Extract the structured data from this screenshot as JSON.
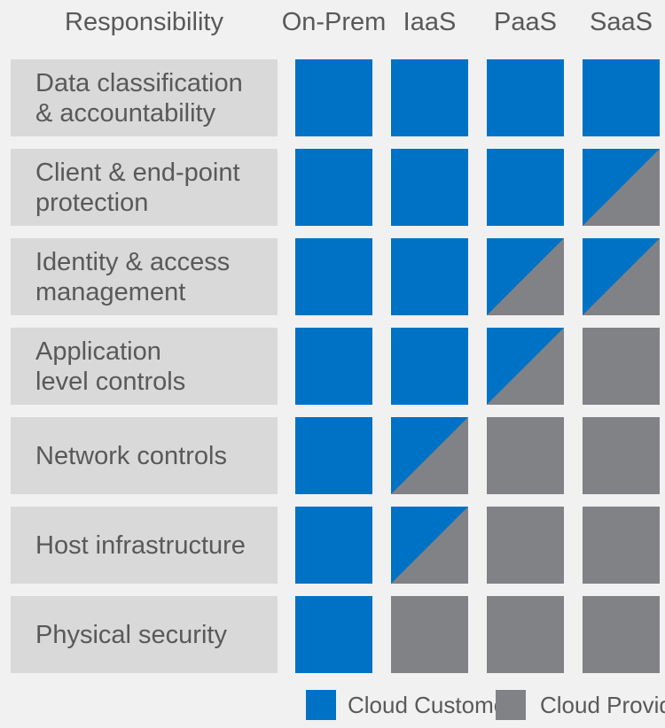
{
  "colors": {
    "customer": "#0072C6",
    "provider": "#808286",
    "label_background": "#D9D9D9",
    "page_background": "#F1F1F2",
    "text": "#595959"
  },
  "header": {
    "responsibility": "Responsibility",
    "columns": [
      "On-Prem",
      "IaaS",
      "PaaS",
      "SaaS"
    ]
  },
  "rows": [
    {
      "label": "Data classification\n& accountability",
      "cells": [
        "customer",
        "customer",
        "customer",
        "customer"
      ]
    },
    {
      "label": "Client & end-point\nprotection",
      "cells": [
        "customer",
        "customer",
        "customer",
        "shared"
      ]
    },
    {
      "label": "Identity & access\nmanagement",
      "cells": [
        "customer",
        "customer",
        "shared",
        "shared"
      ]
    },
    {
      "label": "Application\nlevel controls",
      "cells": [
        "customer",
        "customer",
        "shared",
        "provider"
      ]
    },
    {
      "label": "Network controls",
      "cells": [
        "customer",
        "shared",
        "provider",
        "provider"
      ]
    },
    {
      "label": "Host infrastructure",
      "cells": [
        "customer",
        "shared",
        "provider",
        "provider"
      ]
    },
    {
      "label": "Physical security",
      "cells": [
        "customer",
        "provider",
        "provider",
        "provider"
      ]
    }
  ],
  "legend": {
    "customer_label": "Cloud Customer",
    "provider_label": "Cloud Provider"
  }
}
